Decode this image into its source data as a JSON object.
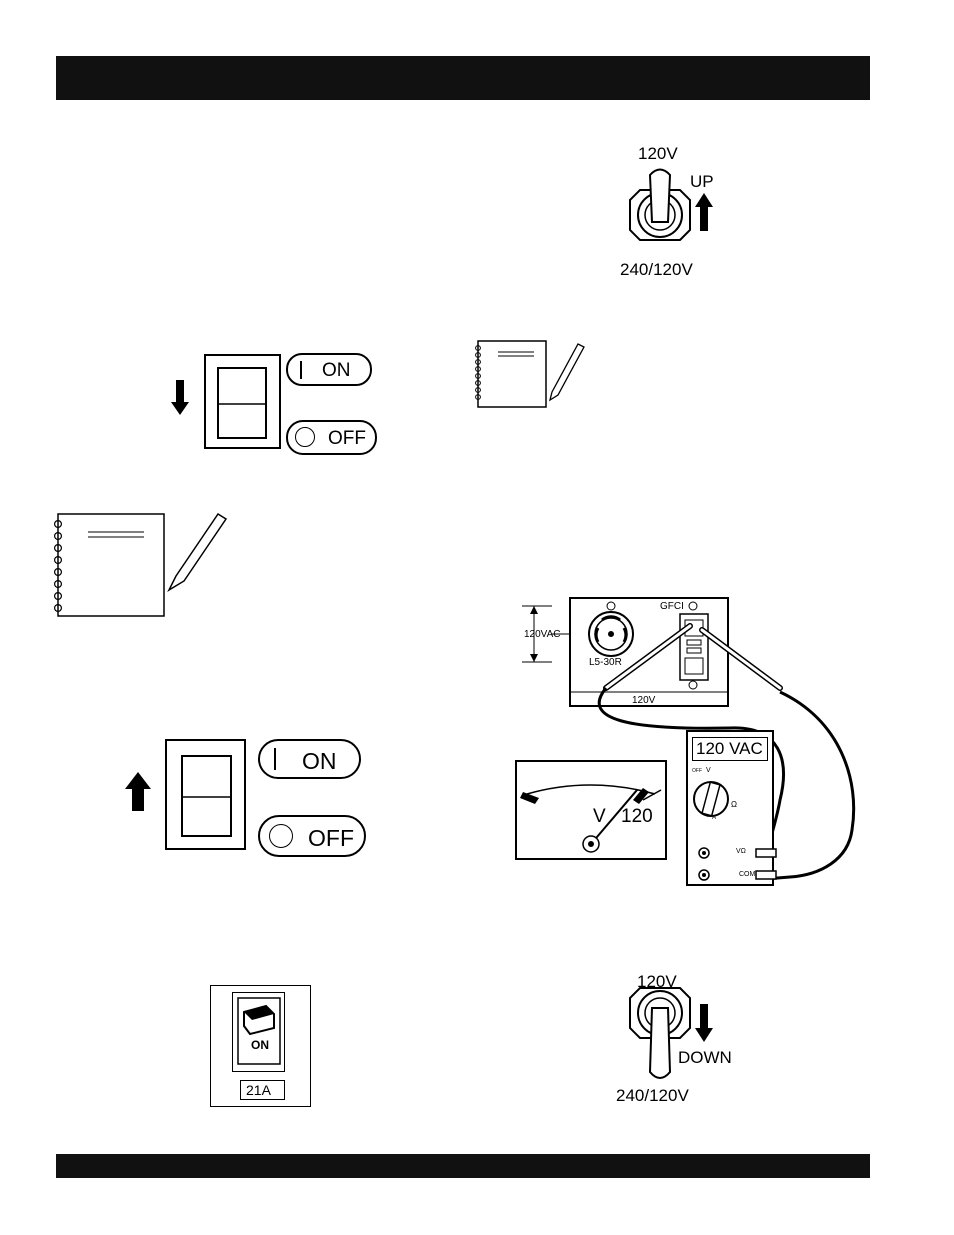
{
  "toggle_top": {
    "top_label": "120V",
    "bottom_label": "240/120V",
    "direction_label": "UP"
  },
  "rocker_upper": {
    "on_label": "ON",
    "off_label": "OFF"
  },
  "rocker_lower": {
    "on_label": "ON",
    "off_label": "OFF"
  },
  "panel": {
    "voltage_label": "120VAC",
    "receptacle_label": "L5-30R",
    "gfci_label": "GFCI",
    "panel_bottom_label": "120V"
  },
  "multimeter": {
    "display": "120 VAC",
    "port_v": "VΩ",
    "port_com": "COM",
    "dial_off": "OFF",
    "dial_v": "V",
    "dial_ohm": "Ω",
    "dial_a": "A"
  },
  "analog_meter": {
    "unit": "V",
    "value": "120"
  },
  "breaker": {
    "switch_label": "ON",
    "rating": "21A"
  },
  "toggle_bottom": {
    "top_label": "120V",
    "bottom_label": "240/120V",
    "direction_label": "DOWN"
  },
  "colors": {
    "bar": "#111111",
    "ink": "#000000"
  }
}
